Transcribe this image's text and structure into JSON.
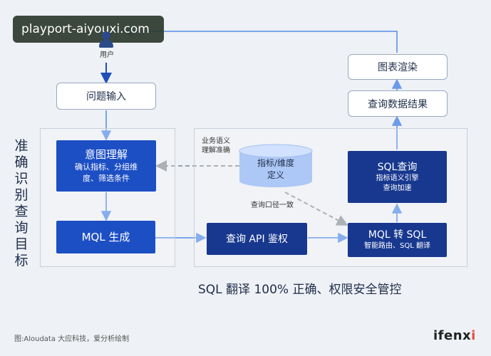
{
  "watermark": "playport-aiyouxi.com",
  "user": {
    "label": "用户"
  },
  "nodes": {
    "question_input": "问题输入",
    "intent": {
      "title": "意图理解",
      "line1": "确认指标、分组维",
      "line2": "度、筛选条件"
    },
    "mql_gen": "MQL 生成",
    "query_api": "查询 API 鉴权",
    "mql_to_sql": {
      "title": "MQL 转 SQL",
      "sub": "智能路由、SQL 翻译"
    },
    "sql_query": {
      "title": "SQL查询",
      "line1": "指标语义引擎",
      "line2": "查询加速"
    },
    "result": "查询数据结果",
    "render": "图表渲染",
    "metric_db": {
      "line1": "指标/维度",
      "line2": "定义"
    }
  },
  "labels": {
    "semantic_1": "业务语义",
    "semantic_2": "理解准确",
    "consistency": "查询口径一致",
    "left_vertical": "准确识别查询目标",
    "headline": "SQL 翻译 100% 正确、权限安全管控",
    "footer": "图:Aloudata 大应科技，爱分析绘制",
    "brand_main": "ifenx",
    "brand_tail": "i"
  },
  "colors": {
    "primary_blue": "#1d4fc4",
    "dark_blue": "#18388f",
    "arrow_light": "#6c9bea",
    "arrow_dark": "#1f4fb8",
    "dashed_gray": "#9aa0a8"
  }
}
